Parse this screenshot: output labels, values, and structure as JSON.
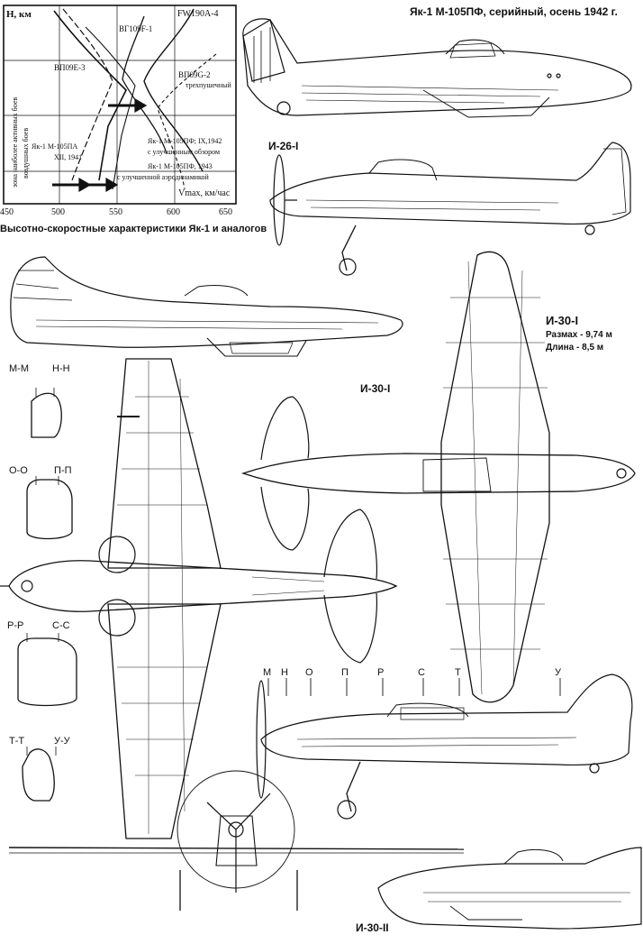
{
  "header": {
    "title": "Як-1 М-105ПФ, серийный, осень 1942 г."
  },
  "labels": {
    "i26": "И-26-I",
    "i30_top": "И-30-I",
    "i30_mid": "И-30-I",
    "i30_bottom": "И-30-II",
    "span": "Размах - 9,74 м",
    "length": "Длина - 8,5 м"
  },
  "sections": {
    "mm": "М-М",
    "nn": "Н-Н",
    "oo": "О-О",
    "pp": "П-П",
    "rr": "Р-Р",
    "ss": "С-С",
    "tt": "Т-Т",
    "uu": "У-У"
  },
  "section_markers": [
    "М",
    "Н",
    "О",
    "П",
    "Р",
    "С",
    "Т",
    "У"
  ],
  "chart": {
    "caption": "Высотно-скоростные характеристики Як-1 и аналогов",
    "y_axis_label": "H, км",
    "x_axis_label": "Vmax, км/час",
    "x_ticks": [
      "450",
      "500",
      "550",
      "600",
      "650"
    ],
    "left_side_note_1": "зона наиболее активных боев",
    "left_side_note_2": "воздушных боев",
    "curves": {
      "fw190": "FW190A-4",
      "bf109f": "ВГ109F-1",
      "bf109e": "ВП09Е-3",
      "bf109g": "ВП09G-2",
      "bf109g_note": "трехпушечный",
      "yak_m105pa": "Як-1 М-105ПА",
      "yak_m105pa_date": "XII, 1941",
      "yak_ix1942": "Як-1  М-105ПФ; IX,1942",
      "yak_ix1942_note": "с улучшенным обзором",
      "yak_1943": "Як-1  М-105ПФ, 1943",
      "yak_1943_note": "с улучшенной аэродинамикой"
    }
  }
}
